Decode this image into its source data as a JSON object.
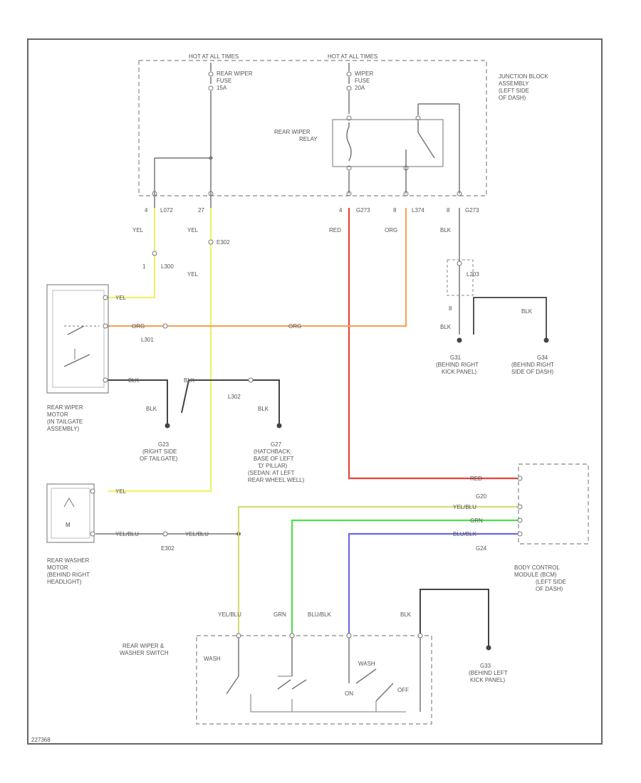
{
  "junction_block": {
    "hot1": "HOT AT ALL TIMES",
    "hot2": "HOT AT ALL TIMES",
    "fuse1": [
      "REAR WIPER",
      "FUSE",
      "15A"
    ],
    "fuse2": [
      "WIPER",
      "FUSE",
      "20A"
    ],
    "relay": [
      "REAR WIPER",
      "RELAY"
    ],
    "label": [
      "JUNCTION BLOCK",
      "ASSEMBLY",
      "(LEFT SIDE",
      "OF DASH)"
    ]
  },
  "pins_top": [
    {
      "pin": "4",
      "conn": "L072"
    },
    {
      "pin": "27",
      "conn": ""
    },
    {
      "pin": "4",
      "conn": "G273"
    },
    {
      "pin": "8",
      "conn": "L374"
    },
    {
      "pin": "8",
      "conn": "G273"
    }
  ],
  "wires": {
    "yel1": "YEL",
    "yel2": "YEL",
    "e302": "E302",
    "yel3": "YEL",
    "l300": "L300",
    "red": "RED",
    "org": "ORG",
    "blk": "BLK",
    "yel_motor": "YEL",
    "org_motor": "ORG",
    "org_mid": "ORG",
    "l301": "L301",
    "blk_m1": "BLK",
    "blk_m2": "BLK",
    "blk_m3": "BLK",
    "l302": "L302",
    "blk_g1": "BLK",
    "blk_g2": "BLK",
    "l203": "L203",
    "blk_r": "BLK",
    "blk_s": "BLK",
    "yel_washer": "YEL",
    "yelblu_w1": "YEL/BLU",
    "yelblu_w2": "YEL/BLU",
    "e302b": "E302",
    "red_bcm": "RED",
    "yelblu_bcm": "YEL/BLU",
    "grn_bcm": "GRN",
    "blublk_bcm": "BLU/BLK",
    "g20": "G20",
    "g24": "G24",
    "yelblu_sw": "YEL/BLU",
    "grn_sw": "GRN",
    "blublk_sw": "BLU/BLK",
    "blk_sw": "BLK"
  },
  "components": {
    "motor": [
      "REAR WIPER",
      "MOTOR",
      "(IN TAILGATE",
      "ASSEMBLY)"
    ],
    "g23": [
      "G23",
      "(RIGHT SIDE",
      "OF TAILGATE)"
    ],
    "g27": [
      "G27",
      "(HATCHBACK:",
      "BASE OF LEFT",
      "'D' PILLAR)",
      "(SEDAN: AT LEFT",
      "REAR WHEEL WELL)"
    ],
    "g31": [
      "G31",
      "(BEHIND RIGHT",
      "KICK PANEL)"
    ],
    "g34": [
      "G34",
      "(BEHIND RIGHT",
      "SIDE OF DASH)"
    ],
    "washer": [
      "REAR WASHER",
      "MOTOR",
      "(BEHIND RIGHT",
      "HEADLIGHT)"
    ],
    "bcm": [
      "BODY CONTROL",
      "MODULE (BCM)",
      "(LEFT SIDE",
      "OF DASH)"
    ],
    "switch": [
      "REAR WIPER &",
      "WASHER SWITCH"
    ],
    "g33": [
      "G33",
      "(BEHIND LEFT",
      "KICK PANEL)"
    ],
    "wash": "WASH",
    "wash2": "WASH",
    "on": "ON",
    "off": "OFF"
  },
  "footer_code": "227368",
  "colors": {
    "yellow": "#f2f06a",
    "orange": "#f5a35c",
    "red": "#e8413c",
    "green": "#4be04b",
    "blue": "#6a6ae8",
    "yel_blu": "#d9d97a",
    "line": "#777777"
  }
}
